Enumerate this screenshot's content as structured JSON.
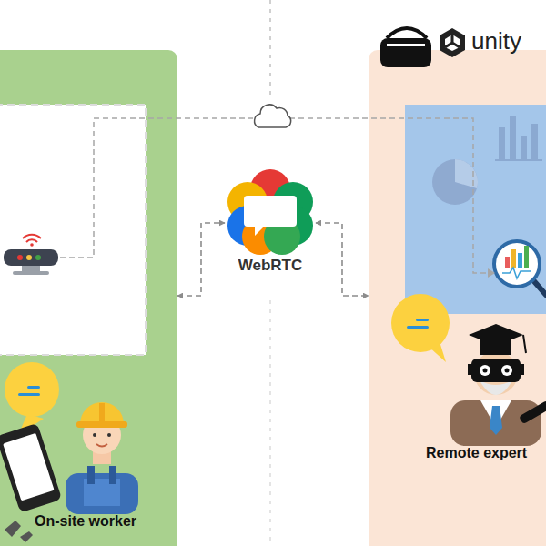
{
  "diagram": {
    "nodes": [
      {
        "text": [
          "On-site worker"
        ]
      },
      {
        "text": [
          "WebRTC"
        ]
      },
      {
        "text": [
          "unity",
          "Remote expert"
        ]
      }
    ],
    "edges": [
      {
        "from": 0,
        "to": 1,
        "arrow": "both"
      },
      {
        "from": 1,
        "to": 2,
        "arrow": "both"
      }
    ]
  }
}
